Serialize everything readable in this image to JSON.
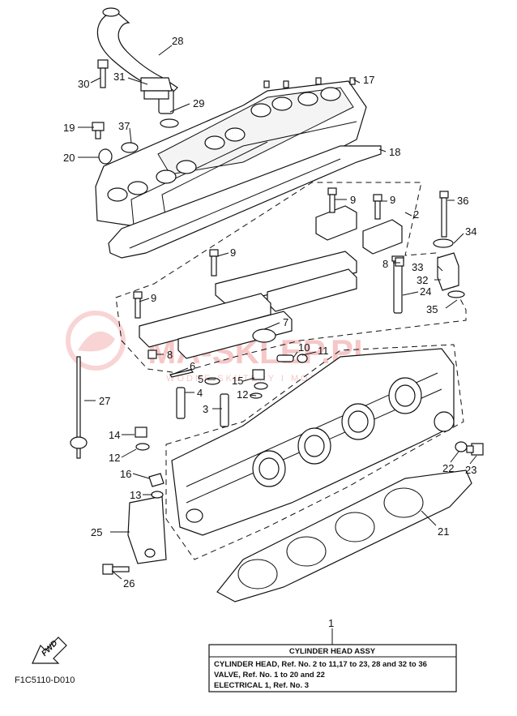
{
  "diagram": {
    "callouts": [
      {
        "id": "28",
        "label": "28"
      },
      {
        "id": "30",
        "label": "30"
      },
      {
        "id": "31",
        "label": "31"
      },
      {
        "id": "17",
        "label": "17"
      },
      {
        "id": "29",
        "label": "29"
      },
      {
        "id": "19",
        "label": "19"
      },
      {
        "id": "37",
        "label": "37"
      },
      {
        "id": "18",
        "label": "18"
      },
      {
        "id": "20",
        "label": "20"
      },
      {
        "id": "9a",
        "label": "9"
      },
      {
        "id": "9b",
        "label": "9"
      },
      {
        "id": "2",
        "label": "2"
      },
      {
        "id": "36",
        "label": "36"
      },
      {
        "id": "34",
        "label": "34"
      },
      {
        "id": "9c",
        "label": "9"
      },
      {
        "id": "8a",
        "label": "8"
      },
      {
        "id": "33",
        "label": "33"
      },
      {
        "id": "32",
        "label": "32"
      },
      {
        "id": "24",
        "label": "24"
      },
      {
        "id": "9d",
        "label": "9"
      },
      {
        "id": "35",
        "label": "35"
      },
      {
        "id": "7",
        "label": "7"
      },
      {
        "id": "8b",
        "label": "8"
      },
      {
        "id": "10",
        "label": "10"
      },
      {
        "id": "11",
        "label": "11"
      },
      {
        "id": "6",
        "label": "6"
      },
      {
        "id": "5",
        "label": "5"
      },
      {
        "id": "15",
        "label": "15"
      },
      {
        "id": "4",
        "label": "4"
      },
      {
        "id": "12a",
        "label": "12"
      },
      {
        "id": "27",
        "label": "27"
      },
      {
        "id": "3",
        "label": "3"
      },
      {
        "id": "14",
        "label": "14"
      },
      {
        "id": "12b",
        "label": "12"
      },
      {
        "id": "16",
        "label": "16"
      },
      {
        "id": "22",
        "label": "22"
      },
      {
        "id": "23",
        "label": "23"
      },
      {
        "id": "13",
        "label": "13"
      },
      {
        "id": "25",
        "label": "25"
      },
      {
        "id": "21",
        "label": "21"
      },
      {
        "id": "26",
        "label": "26"
      },
      {
        "id": "1",
        "label": "1"
      }
    ],
    "legend_box": {
      "title": "CYLINDER HEAD ASSY",
      "lines": [
        "CYLINDER HEAD, Ref. No. 2 to 11,17 to 23, 28 and 32 to 36",
        "VALVE, Ref. No. 1 to 20 and 22",
        "ELECTRICAL 1, Ref. No. 3"
      ]
    },
    "fwd_label": "FWD",
    "diagram_code": "F1C5110-D010",
    "watermark": {
      "main": "MA-SKLEP.PL",
      "sub": "WODNE  SKUTERY  I  MOTOCYKLE"
    },
    "colors": {
      "line": "#111111",
      "watermark": "#e23b3b",
      "background": "#ffffff"
    }
  }
}
